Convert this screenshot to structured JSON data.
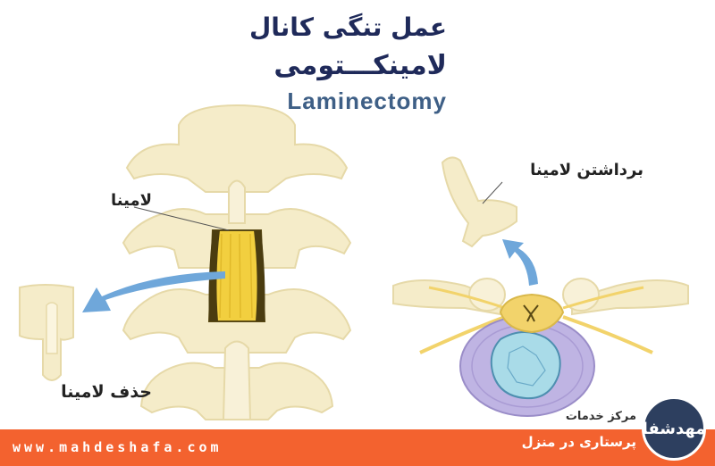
{
  "title": {
    "line1": "عمل تنگی کانال",
    "line2": "لامینکـــتومی",
    "english": "Laminectomy"
  },
  "labels": {
    "lamina": "لامینا",
    "remove_lamina": "برداشتن لامینا",
    "delete_lamina": "حذف لامینا"
  },
  "footer": {
    "url": "www.mahdeshafa.com",
    "service_line1": "مرکز خدمات",
    "service_line2": "پرستاری در منزل"
  },
  "logo": {
    "text": "مهدشفا"
  },
  "colors": {
    "bone": "#f5ecc9",
    "bone_outline": "#e6d9a8",
    "lamina_yellow": "#f2cf3f",
    "arrow_blue": "#6fa7da",
    "disc_purple": "#bfb4e3",
    "nucleus_blue": "#a9dbe8",
    "nerve_yellow": "#f2d36b",
    "footer_orange": "#f3622f",
    "title_navy": "#1f2a5a",
    "title_steel": "#3e5f86"
  }
}
